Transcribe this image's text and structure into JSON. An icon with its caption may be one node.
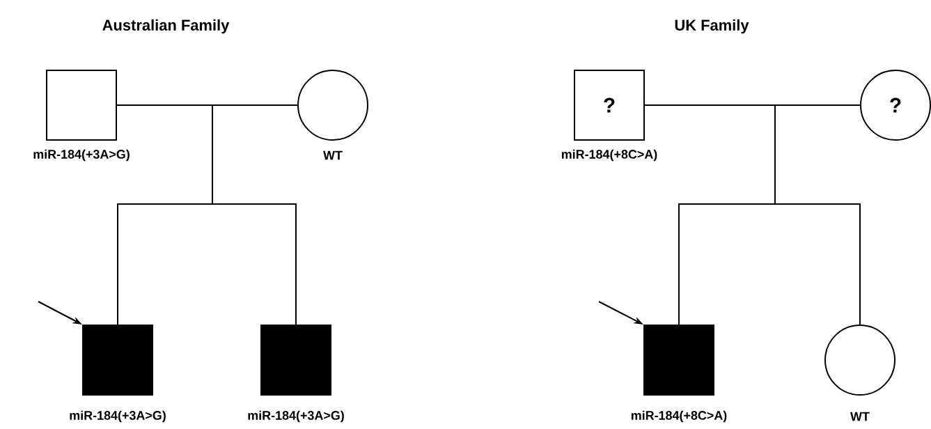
{
  "diagram": {
    "nodes": [
      {
        "text": [],
        "shape": "box",
        "beside": [
          "miR-184(+3A>G)"
        ]
      },
      {
        "text": [],
        "shape": "circle",
        "beside": [
          "WT"
        ]
      },
      {
        "text": [],
        "shape": "box",
        "beside": [
          "miR-184(+3A>G)"
        ]
      },
      {
        "text": [],
        "shape": "box",
        "beside": [
          "miR-184(+3A>G)"
        ]
      },
      {
        "text": [
          "?"
        ],
        "beside": [
          "miR-184(+8C>A)"
        ]
      },
      {
        "text": [
          "?"
        ]
      },
      {
        "text": [],
        "shape": "box",
        "beside": [
          "miR-184(+8C>A)"
        ]
      },
      {
        "text": [],
        "shape": "circle",
        "beside": [
          "WT"
        ]
      }
    ],
    "edges": [
      {
        "from": 0,
        "to": 1,
        "arrow": "none"
      },
      {
        "from": 0,
        "to": 2,
        "arrow": "none"
      },
      {
        "from": 1,
        "to": 2,
        "arrow": "none"
      },
      {
        "from": 0,
        "to": 3,
        "arrow": "none"
      },
      {
        "from": 1,
        "to": 3,
        "arrow": "none"
      },
      {
        "from": null,
        "to": 2,
        "arrow": "to"
      },
      {
        "from": 4,
        "to": 5,
        "arrow": "none"
      },
      {
        "from": 4,
        "to": 6,
        "arrow": "none"
      },
      {
        "from": 5,
        "to": 6,
        "arrow": "none"
      },
      {
        "from": 4,
        "to": 7,
        "arrow": "none"
      },
      {
        "from": 5,
        "to": 7,
        "arrow": "none"
      },
      {
        "from": null,
        "to": 6,
        "arrow": "to"
      }
    ],
    "labels": [
      "Australian Family",
      "UK Family"
    ]
  }
}
